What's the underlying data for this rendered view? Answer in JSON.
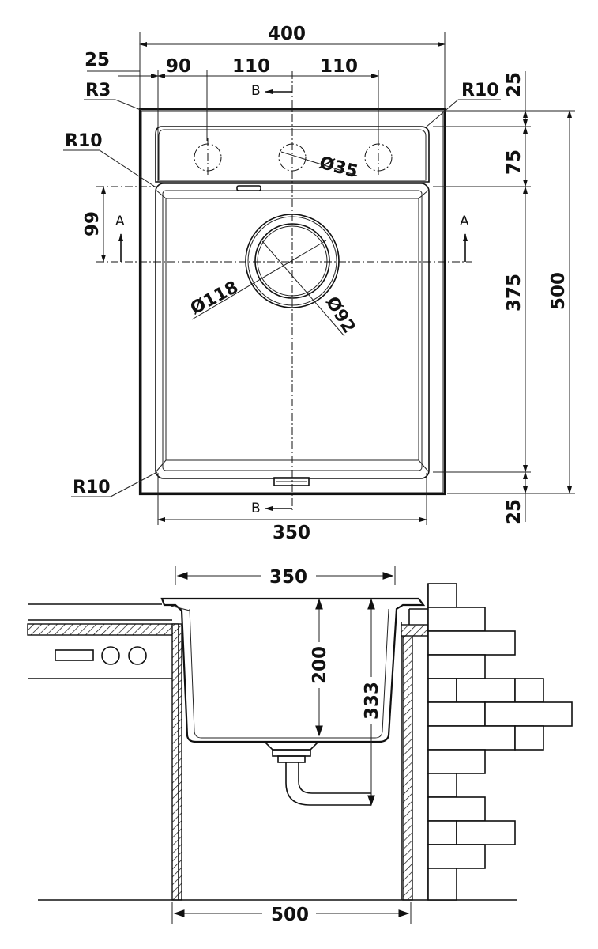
{
  "top_view": {
    "width_total": "400",
    "edge_offset": "25",
    "hole_offset": "90",
    "hole_spacing_1": "110",
    "hole_spacing_2": "110",
    "radius_top_left": "R3",
    "radius_top_right": "R10",
    "radius_deck_left": "R10",
    "radius_bottom_left": "R10",
    "deck_depth_top": "25",
    "deck_depth": "75",
    "bowl_length": "375",
    "length_total": "500",
    "deck_depth_bottom": "25",
    "drain_offset": "99",
    "tap_hole_diameter": "Ø35",
    "drain_outer_diameter": "Ø118",
    "drain_inner_diameter": "Ø92",
    "bowl_width": "350",
    "section_a_left": "A",
    "section_a_right": "A",
    "section_b_top": "B",
    "section_b_bottom": "B"
  },
  "side_view": {
    "bowl_width": "350",
    "bowl_depth": "200",
    "overall_depth": "333",
    "cabinet_width": "500"
  }
}
